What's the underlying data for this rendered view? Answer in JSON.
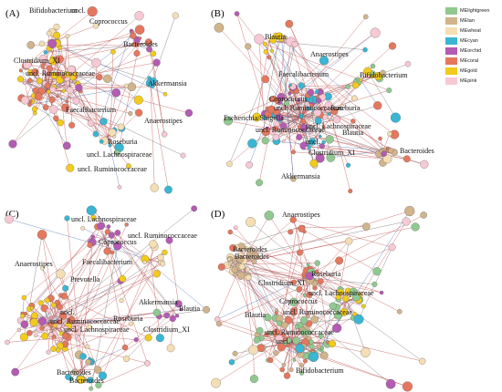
{
  "figure": {
    "panels": [
      {
        "id": "A",
        "label": "(A)",
        "node_labels": [
          "Bifidobacterium",
          "uncl.",
          "Coprococcus",
          "Bacteroides",
          "Clostridium_XI",
          "uncl. Ruminococcaceae",
          "Akkermansia",
          "Anaerostipes",
          "Faecalibacterium",
          "Roseburia",
          "uncl. Lachnospiraceae",
          "uncl. Ruminococcaceae"
        ]
      },
      {
        "id": "B",
        "label": "(B)",
        "node_labels": [
          "Blautia",
          "Anaerostipes",
          "Faecalibacterium",
          "Bifidobacterium",
          "Coprococcus",
          "uncl. Ruminococcaceae",
          "Roseburia",
          "Escherichia/Shigella",
          "uncl. Ruminococcaceae",
          "uncl. Lachnospiraceae",
          "Blautia",
          "uncl.",
          "Clostridium_XI",
          "Bacteroides",
          "Akkermansia"
        ]
      },
      {
        "id": "C",
        "label": "(C)",
        "node_labels": [
          "uncl. Lachnospiraceae",
          "Coprococcus",
          "uncl. Ruminococcaceae",
          "Anaerostipes",
          "Faecalibacterium",
          "Prevotella",
          "Akkermansia",
          "Blautia",
          "uncl.",
          "uncl. Ruminococcaceae",
          "Roseburia",
          "uncl. Lachnospiraceae",
          "Clostridium_XI",
          "Bacteroides",
          "Bacteroides"
        ]
      },
      {
        "id": "D",
        "label": "(D)",
        "node_labels": [
          "Anaerostipes",
          "Bacteroides",
          "Bacteroides",
          "Roseburia",
          "Clostridium_XI",
          "Coprococcus",
          "uncl. Lachnospiraceae",
          "uncl. Ruminococcaceae",
          "Blautia",
          "uncl. Ruminococcaceae",
          "uncl.",
          "Bifidobacterium"
        ]
      }
    ]
  },
  "legend": {
    "items": [
      {
        "name": "MElightgreen",
        "color": "#90c98f"
      },
      {
        "name": "MEtan",
        "color": "#d1b48c"
      },
      {
        "name": "MEwheat",
        "color": "#f5deb3"
      },
      {
        "name": "MEcyan",
        "color": "#3ab6d3"
      },
      {
        "name": "MEorchid",
        "color": "#b45bb4"
      },
      {
        "name": "MEcoral",
        "color": "#e4785f"
      },
      {
        "name": "MEgold",
        "color": "#f2cb1d"
      },
      {
        "name": "MEpink",
        "color": "#f7c9d4"
      }
    ]
  },
  "colors": {
    "edge_main": "#c0504d",
    "edge_alt": "#6b6b6b",
    "edge_blue": "#4a6fb5"
  }
}
